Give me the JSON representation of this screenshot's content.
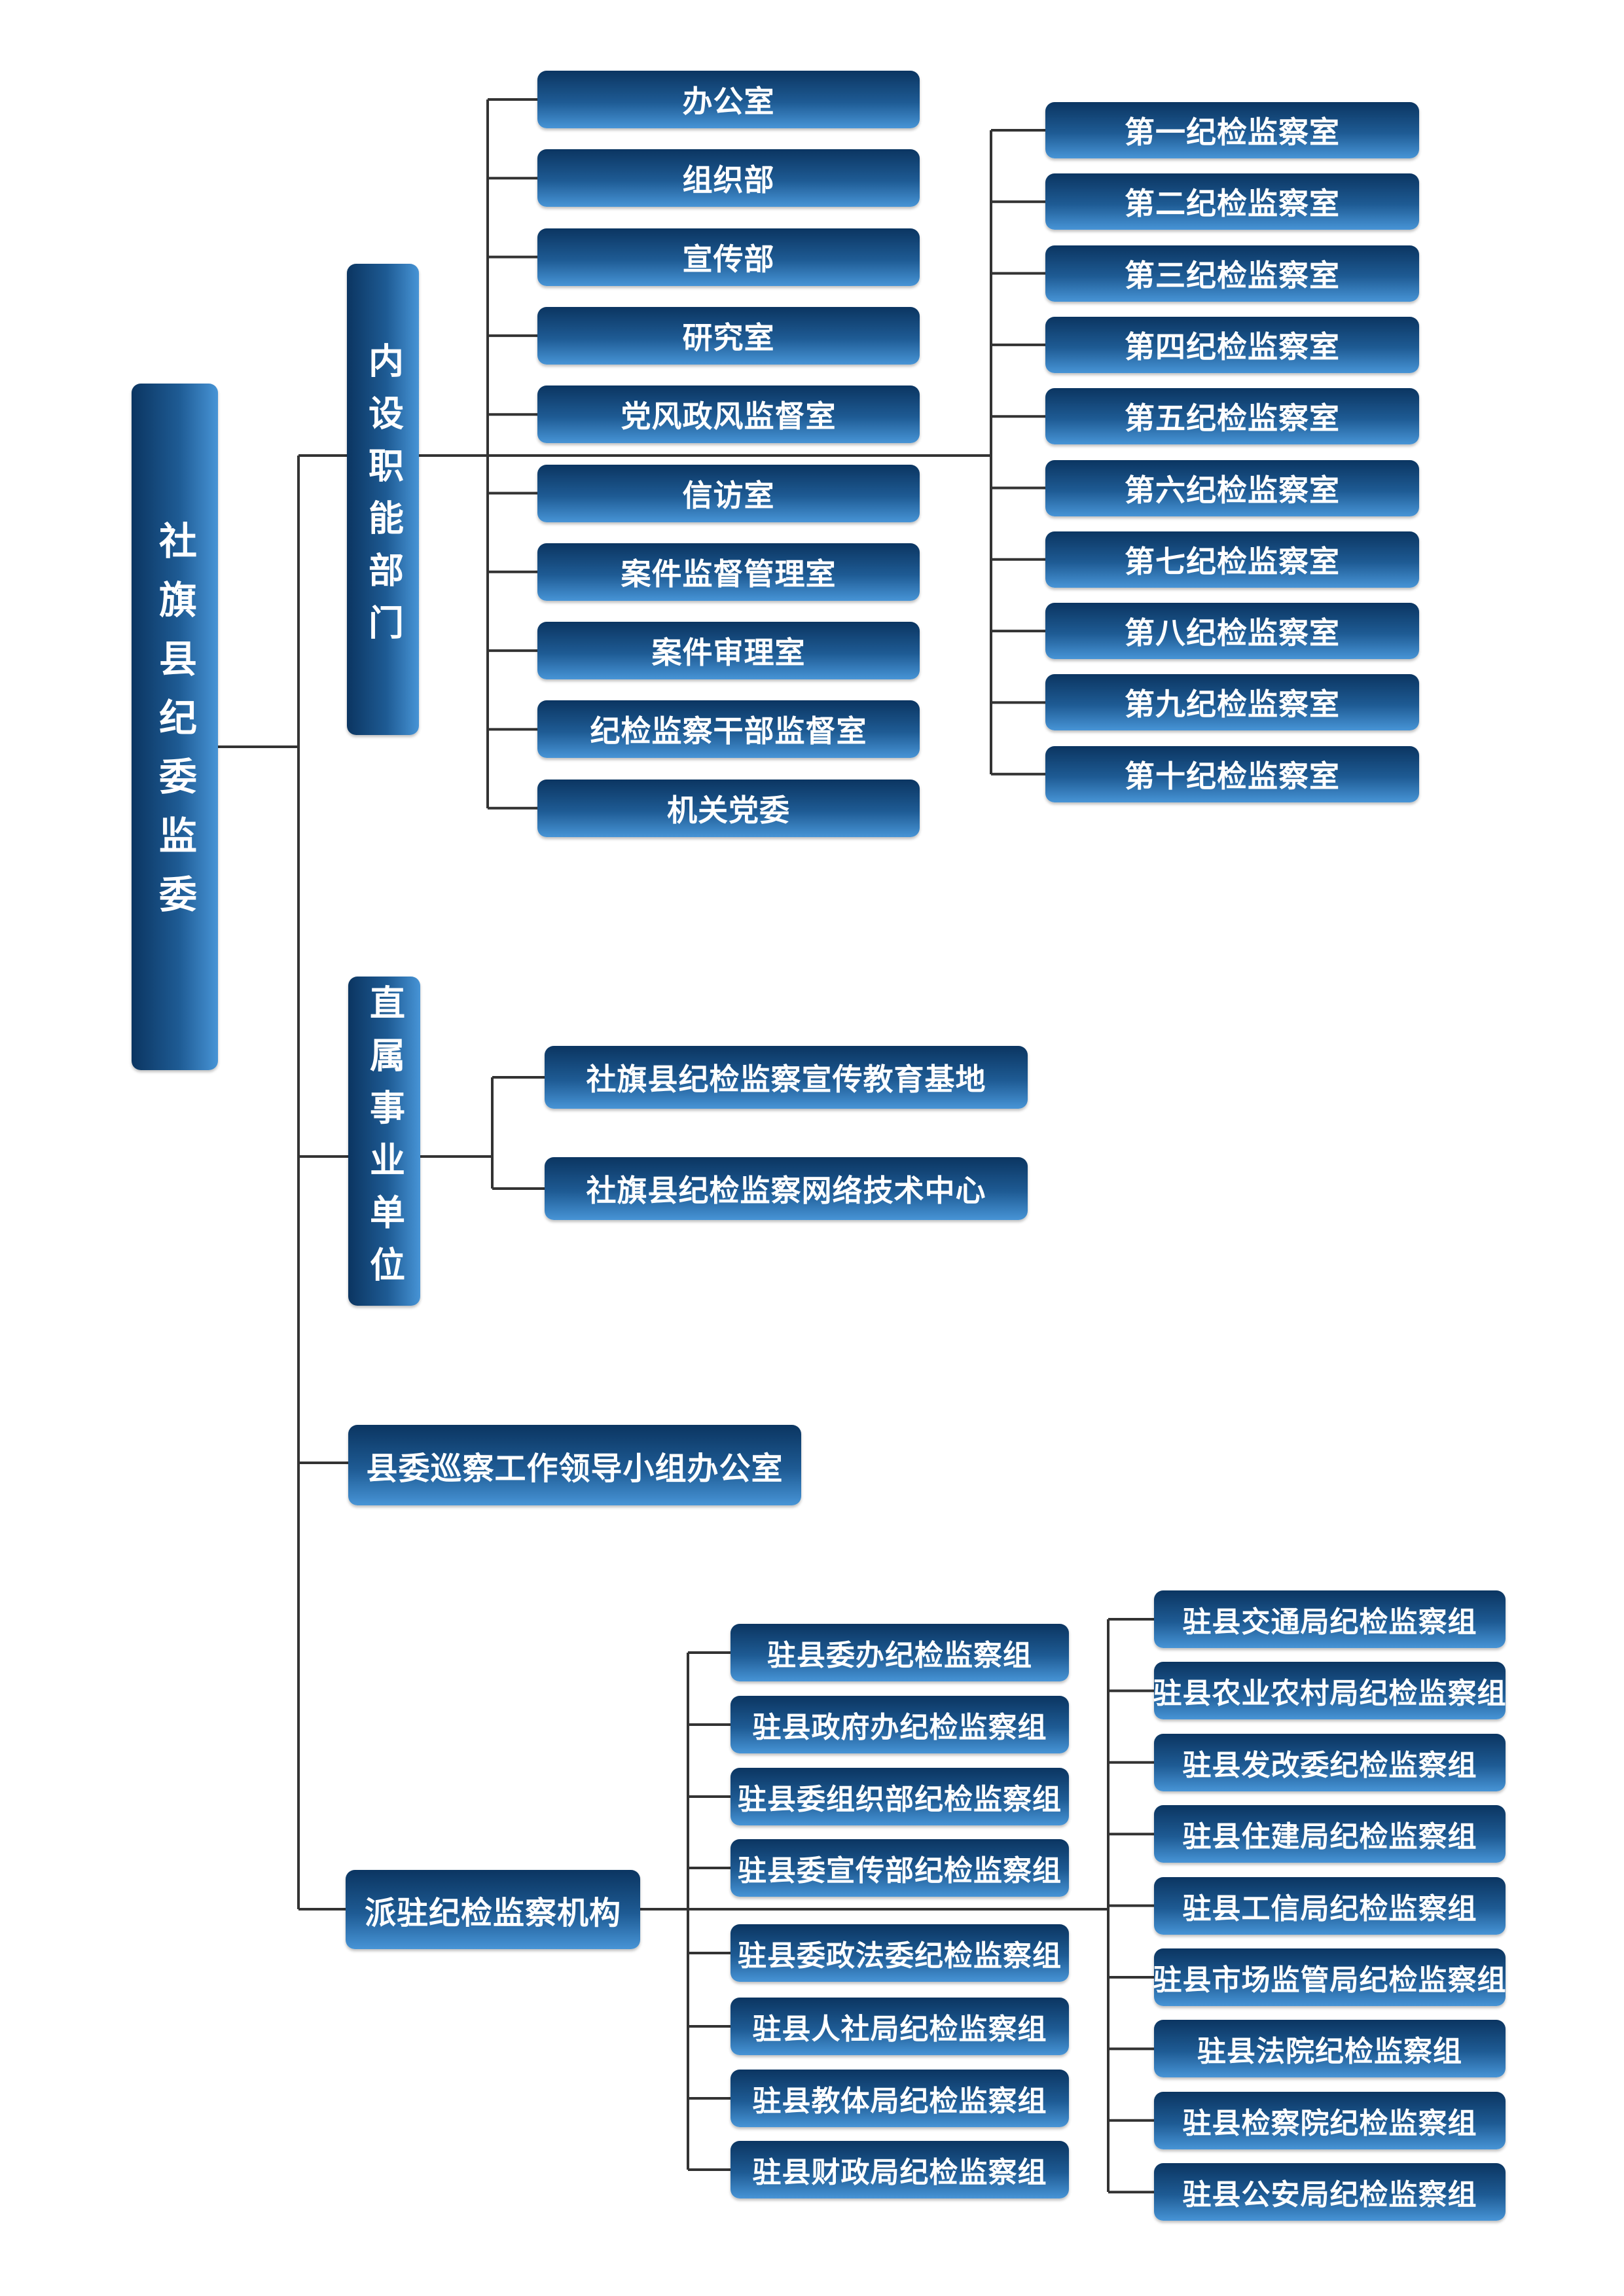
{
  "root": {
    "label": "社旗县纪委监委"
  },
  "branches": {
    "internal": {
      "label": "内设职能部门",
      "left_items": [
        "办公室",
        "组织部",
        "宣传部",
        "研究室",
        "党风政风监督室",
        "信访室",
        "案件监督管理室",
        "案件审理室",
        "纪检监察干部监督室",
        "机关党委"
      ],
      "right_items": [
        "第一纪检监察室",
        "第二纪检监察室",
        "第三纪检监察室",
        "第四纪检监察室",
        "第五纪检监察室",
        "第六纪检监察室",
        "第七纪检监察室",
        "第八纪检监察室",
        "第九纪检监察室",
        "第十纪检监察室"
      ]
    },
    "affiliated": {
      "label": "直属事业单位",
      "items": [
        "社旗县纪检监察宣传教育基地",
        "社旗县纪检监察网络技术中心"
      ]
    },
    "inspection": {
      "label": "县委巡察工作领导小组办公室"
    },
    "stationed": {
      "label": "派驻纪检监察机构",
      "left_items": [
        "驻县委办纪检监察组",
        "驻县政府办纪检监察组",
        "驻县委组织部纪检监察组",
        "驻县委宣传部纪检监察组",
        "驻县委政法委纪检监察组",
        "驻县人社局纪检监察组",
        "驻县教体局纪检监察组",
        "驻县财政局纪检监察组"
      ],
      "right_items": [
        "驻县交通局纪检监察组",
        "驻县农业农村局纪检监察组",
        "驻县发改委纪检监察组",
        "驻县住建局纪检监察组",
        "驻县工信局纪检监察组",
        "驻县市场监管局纪检监察组",
        "驻县法院纪检监察组",
        "驻县检察院纪检监察组",
        "驻县公安局纪检监察组"
      ]
    }
  },
  "colors": {
    "box_dark": "#0b3561",
    "box_light": "#4794d6",
    "line": "#333333",
    "text": "#ffffff"
  }
}
